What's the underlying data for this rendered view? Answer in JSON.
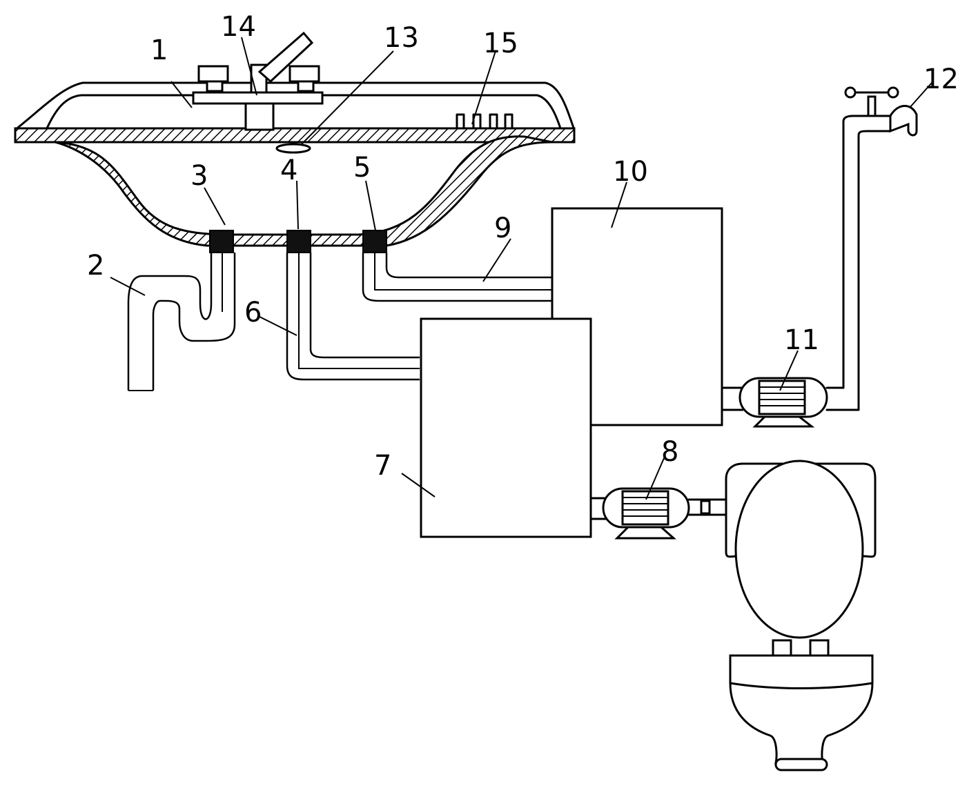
{
  "labels": {
    "basin": "1",
    "trap": "2",
    "outlet_left": "3",
    "outlet_middle": "4",
    "outlet_right": "5",
    "pipe_middle": "6",
    "tank_lower": "7",
    "pump_lower": "8",
    "pipe_right": "9",
    "tank_upper": "10",
    "pump_upper": "11",
    "tap": "12",
    "drain": "13",
    "faucet": "14",
    "overflow": "15"
  }
}
